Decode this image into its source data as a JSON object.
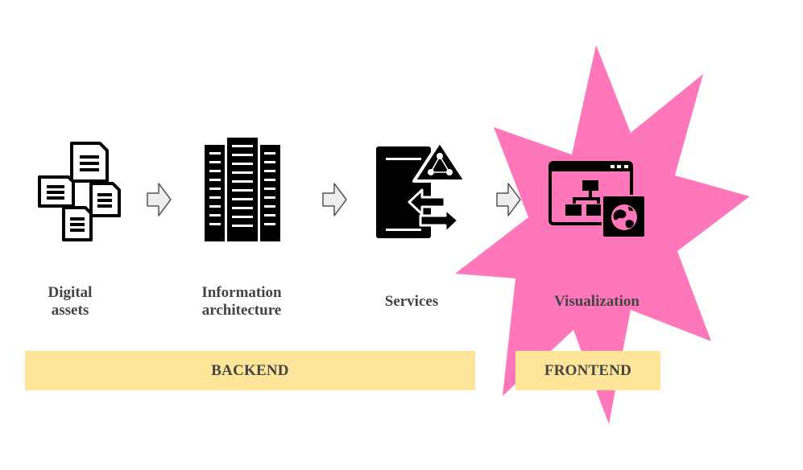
{
  "stages": [
    {
      "label": "Digital\nassets",
      "icon": "documents-icon"
    },
    {
      "label": "Information\narchitecture",
      "icon": "building-icon"
    },
    {
      "label": "Services",
      "icon": "server-exchange-icon"
    },
    {
      "label": "Visualization",
      "icon": "web-dashboard-icon"
    }
  ],
  "bands": {
    "backend": "BACKEND",
    "frontend": "FRONTEND"
  },
  "colors": {
    "starburst": "#ff77bb",
    "band": "#ffe599",
    "text": "#444444",
    "arrow_fill": "#eeeeee",
    "arrow_stroke": "#555555",
    "icon": "#000000"
  }
}
